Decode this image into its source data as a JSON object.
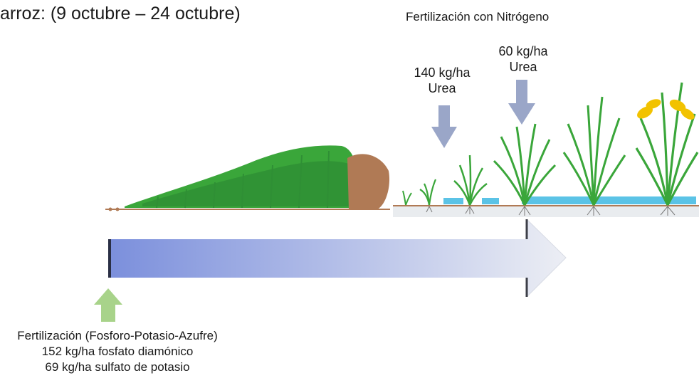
{
  "title": "arroz: (9 octubre – 24 octubre)",
  "nitrogen": {
    "header": "Fertilización con Nitrógeno",
    "dose1": {
      "amount": "140 kg/ha",
      "product": "Urea"
    },
    "dose2": {
      "amount": "60 kg/ha",
      "product": "Urea"
    }
  },
  "base_fertilization": {
    "title": "Fertilización (Fosforo-Potasio-Azufre)",
    "line1": "152 kg/ha fosfato diamónico",
    "line2": "69 kg/ha sulfato de  potasio"
  },
  "colors": {
    "timeline_start": "#7b8fdc",
    "timeline_end": "#eceef4",
    "nitrogen_arrow": "#9aa6c8",
    "base_arrow": "#a8d38a",
    "water": "#5bc3e6",
    "plant_green": "#3aa63a",
    "grain_yellow": "#f2c200",
    "residue_brown": "#b07a55"
  }
}
